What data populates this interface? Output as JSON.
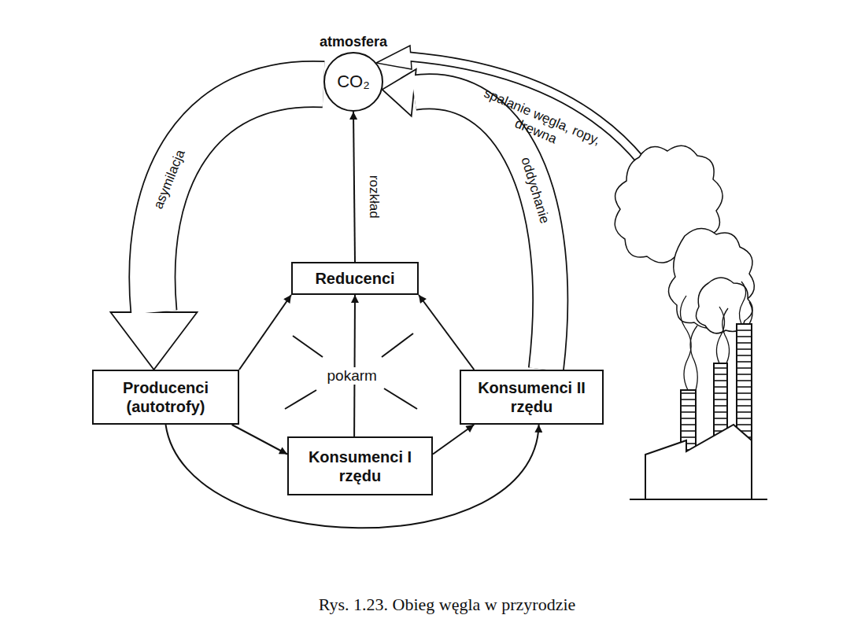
{
  "diagram": {
    "caption": "Rys. 1.23. Obieg węgla w przyrodzie",
    "nodes": [
      {
        "text": [
          "atmosfera",
          "CO₂"
        ]
      },
      {
        "text": [
          "Reducenci"
        ]
      },
      {
        "text": [
          "Producenci (autotrofy)"
        ]
      },
      {
        "text": [
          "Konsumenci I rzędu"
        ]
      },
      {
        "text": [
          "Konsumenci II rzędu"
        ]
      }
    ],
    "edges": [
      {
        "from": 0,
        "to": 2,
        "arrow": "to",
        "label": "asymilacja"
      },
      {
        "from": 1,
        "to": 0,
        "arrow": "to",
        "label": "rozkład"
      },
      {
        "from": 4,
        "to": 0,
        "arrow": "to",
        "label": "oddychanie"
      },
      {
        "from": 2,
        "to": 4,
        "arrow": "to"
      },
      {
        "from": 2,
        "to": 1,
        "arrow": "to"
      },
      {
        "from": 2,
        "to": 3,
        "arrow": "to"
      },
      {
        "from": 3,
        "to": 1,
        "arrow": "to"
      },
      {
        "from": 3,
        "to": 4,
        "arrow": "to"
      },
      {
        "from": 4,
        "to": 1,
        "arrow": "to"
      }
    ],
    "labels": [
      "pokarm",
      "spalanie węgla, ropy, drewna"
    ]
  }
}
